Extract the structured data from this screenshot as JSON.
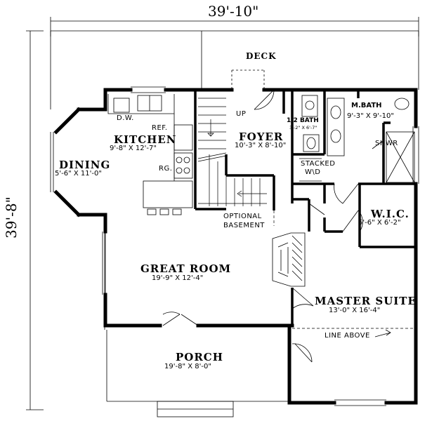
{
  "overall": {
    "width": "39'-10\"",
    "depth": "39'-8\""
  },
  "rooms": {
    "deck": {
      "name": "DECK"
    },
    "kitchen": {
      "name": "KITCHEN",
      "size": "9'-8\" X 12'-7\""
    },
    "dining": {
      "name": "DINING",
      "size": "5'-6\" X 11'-0\""
    },
    "foyer": {
      "name": "FOYER",
      "size": "10'-3\" X 8'-10\""
    },
    "half_bath": {
      "name": "1/2 BATH",
      "size": "3'-2\" X 6'-7\""
    },
    "m_bath": {
      "name": "M.BATH",
      "size": "9'-3\" X 9'-10\""
    },
    "wic": {
      "name": "W.I.C.",
      "size": "5'-6\" X 6'-2\""
    },
    "great_room": {
      "name": "GREAT ROOM",
      "size": "19'-9\" X 12'-4\""
    },
    "master_suite": {
      "name": "MASTER SUITE",
      "size": "13'-0\" X 16'-4\""
    },
    "porch": {
      "name": "PORCH",
      "size": "19'-8\" X 8'-0\""
    }
  },
  "notes": {
    "dw": "D.W.",
    "ref": "REF.",
    "rg": "RG.",
    "up": "UP",
    "stacked": "STACKED",
    "wd": "W\\D",
    "shwr": "SHWR",
    "optional": "OPTIONAL",
    "basement": "BASEMENT",
    "line_above": "LINE ABOVE"
  }
}
